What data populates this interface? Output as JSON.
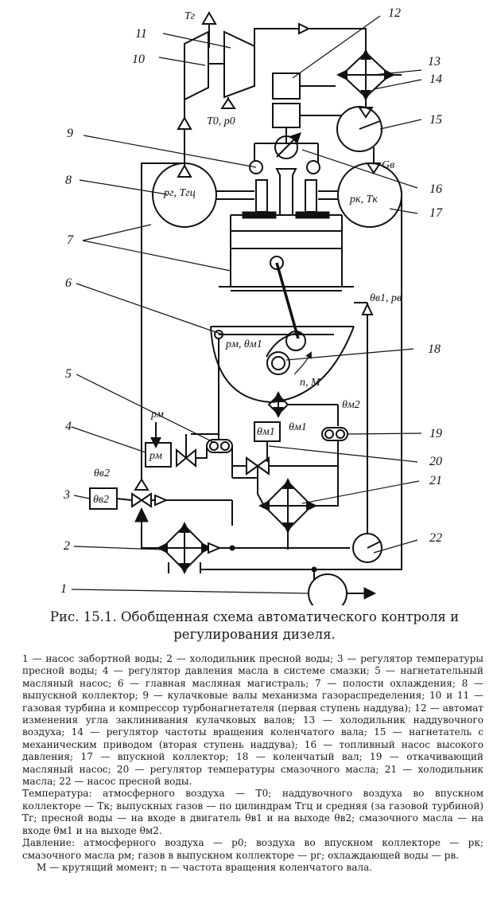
{
  "diagram": {
    "numbers": [
      "1",
      "2",
      "3",
      "4",
      "5",
      "6",
      "7",
      "8",
      "9",
      "10",
      "11",
      "12",
      "13",
      "14",
      "15",
      "16",
      "17",
      "18",
      "19",
      "20",
      "21",
      "22"
    ],
    "symbols": {
      "t_g": "Tг",
      "t0_p0": "T0, p0",
      "pg_tgc": "pг, Tгц",
      "pk_tk": "pк, Tк",
      "g_v": "Gв",
      "theta_v1_pv": "θв1, pв",
      "pm_thetam1": "pм, θм1",
      "n_m": "n, M",
      "theta_m2": "θм2",
      "p_m_in": "pм",
      "p_m_box": "pм",
      "theta_m1_box": "θм1",
      "theta_m1_lbl": "θм1",
      "theta_v2": "θв2",
      "theta_v2_box": "θв2",
      "theta": "θ"
    }
  },
  "caption": {
    "prefix": "Рис. 15.1.",
    "text": "Обобщенная схема автоматического контроля и регулирования дизеля."
  },
  "legend": {
    "items": "1 — насос забортной воды; 2 — холодильник пресной воды; 3 — регулятор температуры пресной воды; 4 — регулятор давления масла в системе смазки; 5 — нагнетательный масляный насос; 6 — главная масляная магистраль; 7 — полости охлаждения; 8 — выпускной коллектор; 9 — кулачковые валы механизма газораспределения; 10 и 11 — газовая турбина и компрессор турбонагнетателя (первая ступень наддува); 12 — автомат изменения угла заклинивания кулачковых валов; 13 — холодильник наддувочного воздуха; 14 — регулятор частоты вращения коленчатого вала; 15 — нагнетатель с механическим приводом (вторая ступень наддува); 16 — топливный насос высокого давления; 17 — впускной коллектор; 18 — коленчатый вал; 19 — откачивающий масляный насос; 20 — регулятор температуры смазочного масла; 21 — холодильник масла; 22 — насос пресной воды.",
    "temperature": "Температура: атмосферного воздуха — T0; наддувочного воздуха во впускном коллекторе — Tк; выпускных газов — по цилиндрам Tгц и средняя (за газовой турбиной) Tг; пресной воды — на входе в двигатель θв1 и на выходе θв2; смазочного масла — на входе θм1 и на выходе θм2.",
    "pressure": "Давление: атмосферного воздуха — p0; воздуха во впускном коллекторе — pк; смазочного масла pм; газов в выпускном коллекторе — pг; охлаждающей воды — pв.",
    "torque": "M — крутящий момент; n — частота вращения коленчатого вала."
  }
}
